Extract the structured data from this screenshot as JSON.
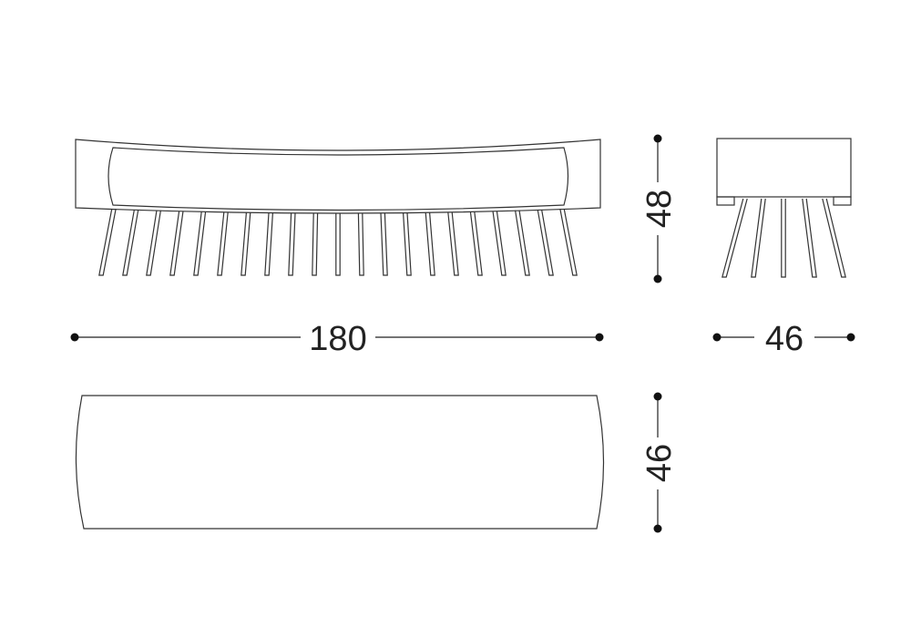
{
  "drawing": {
    "front_view": {
      "bristle_count": 21
    },
    "side_view": {
      "bristle_count": 5
    },
    "dimensions": {
      "length": "180",
      "front_height": "48",
      "depth": "46",
      "top_view_depth": "46"
    },
    "line_color": "#333333"
  }
}
